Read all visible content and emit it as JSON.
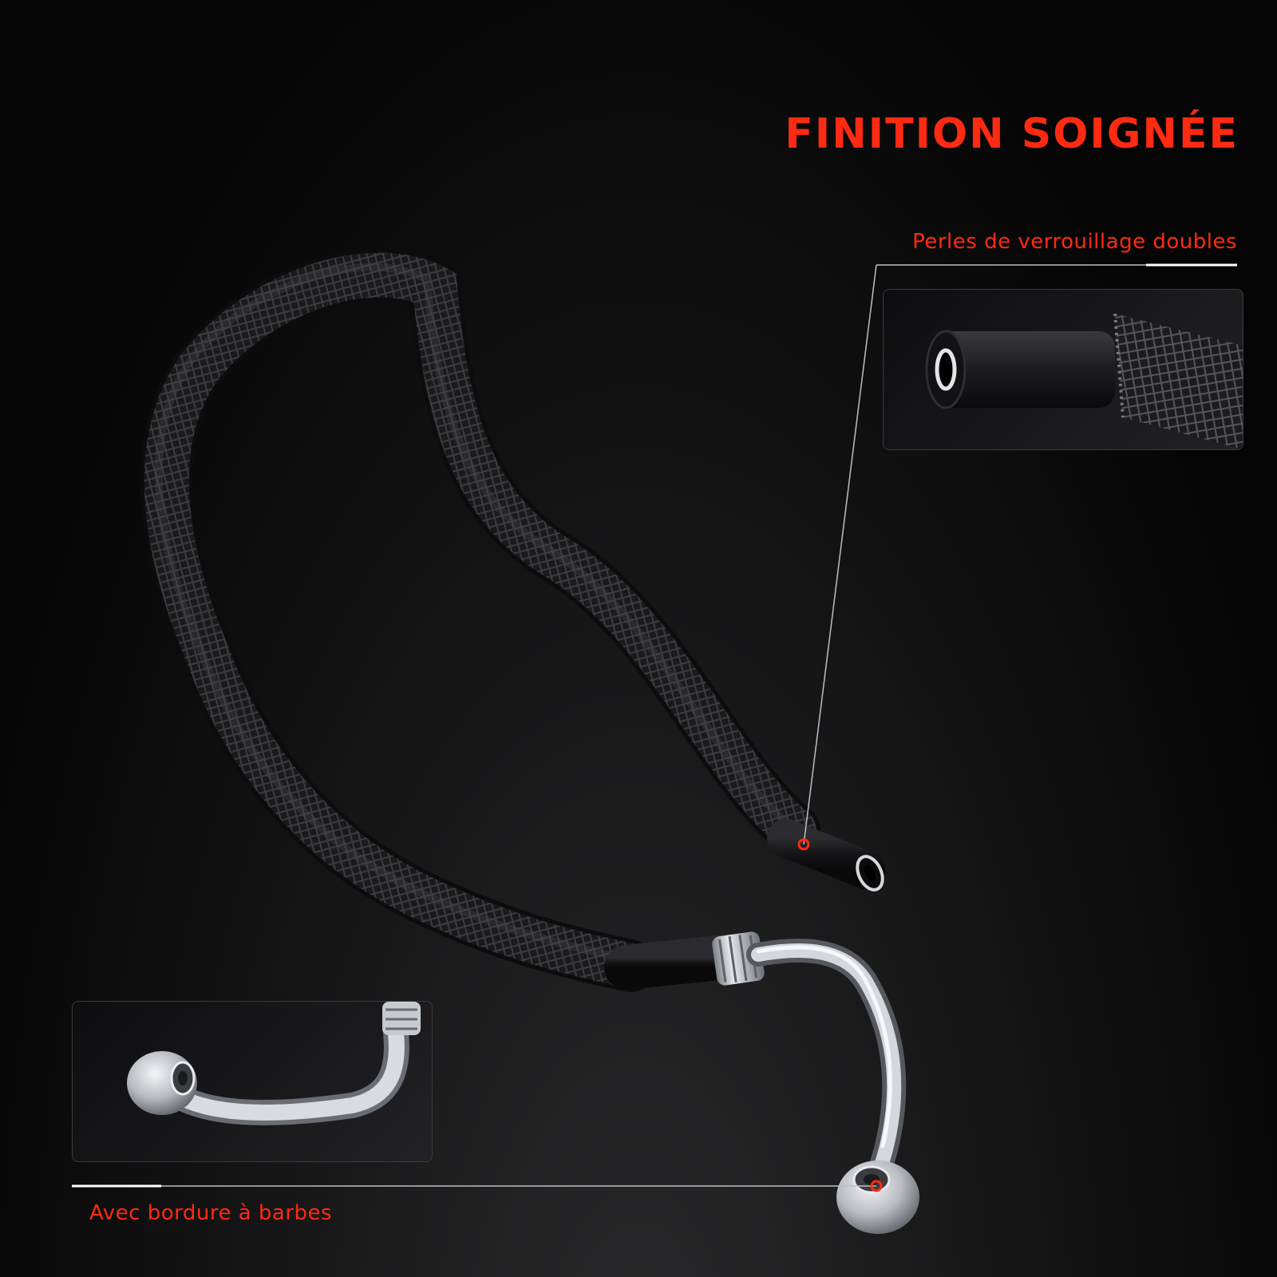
{
  "heading": "FINITION SOIGNÉE",
  "callouts": {
    "top": "Perles de verrouillage doubles",
    "bottom": "Avec bordure à barbes"
  },
  "colors": {
    "accent": "#ff2a12",
    "background": "#0a0a0a",
    "hose": "#1c1c1e",
    "metal": "#c9ccd1"
  },
  "icons": {
    "marker": "ring-marker-icon"
  }
}
